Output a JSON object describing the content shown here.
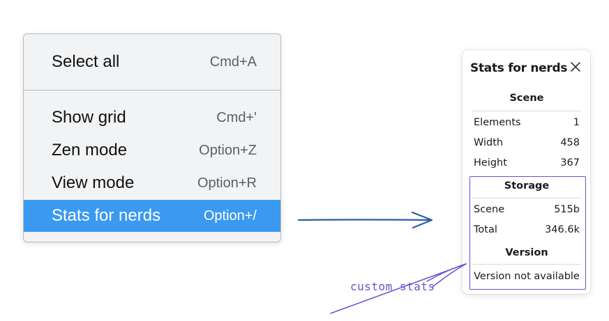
{
  "menu": {
    "items": [
      {
        "label": "Select all",
        "shortcut": "Cmd+A"
      },
      {
        "label": "Show grid",
        "shortcut": "Cmd+'"
      },
      {
        "label": "Zen mode",
        "shortcut": "Option+Z"
      },
      {
        "label": "View mode",
        "shortcut": "Option+R"
      },
      {
        "label": "Stats for nerds",
        "shortcut": "Option+/"
      }
    ],
    "active_item": "Stats for nerds"
  },
  "panel": {
    "title": "Stats for nerds",
    "close_icon": "close-icon",
    "scene": {
      "heading": "Scene",
      "rows": [
        {
          "label": "Elements",
          "value": "1"
        },
        {
          "label": "Width",
          "value": "458"
        },
        {
          "label": "Height",
          "value": "367"
        }
      ]
    },
    "storage": {
      "heading": "Storage",
      "rows": [
        {
          "label": "Scene",
          "value": "515b"
        },
        {
          "label": "Total",
          "value": "346.6k"
        }
      ]
    },
    "version": {
      "heading": "Version",
      "text": "Version not available"
    }
  },
  "annotation": {
    "text": "custom stats",
    "color": "#6a4fd0"
  },
  "colors": {
    "menu_active": "#3b99ef",
    "arrow": "#2f5aa8",
    "annotation": "#6a4fd0"
  }
}
